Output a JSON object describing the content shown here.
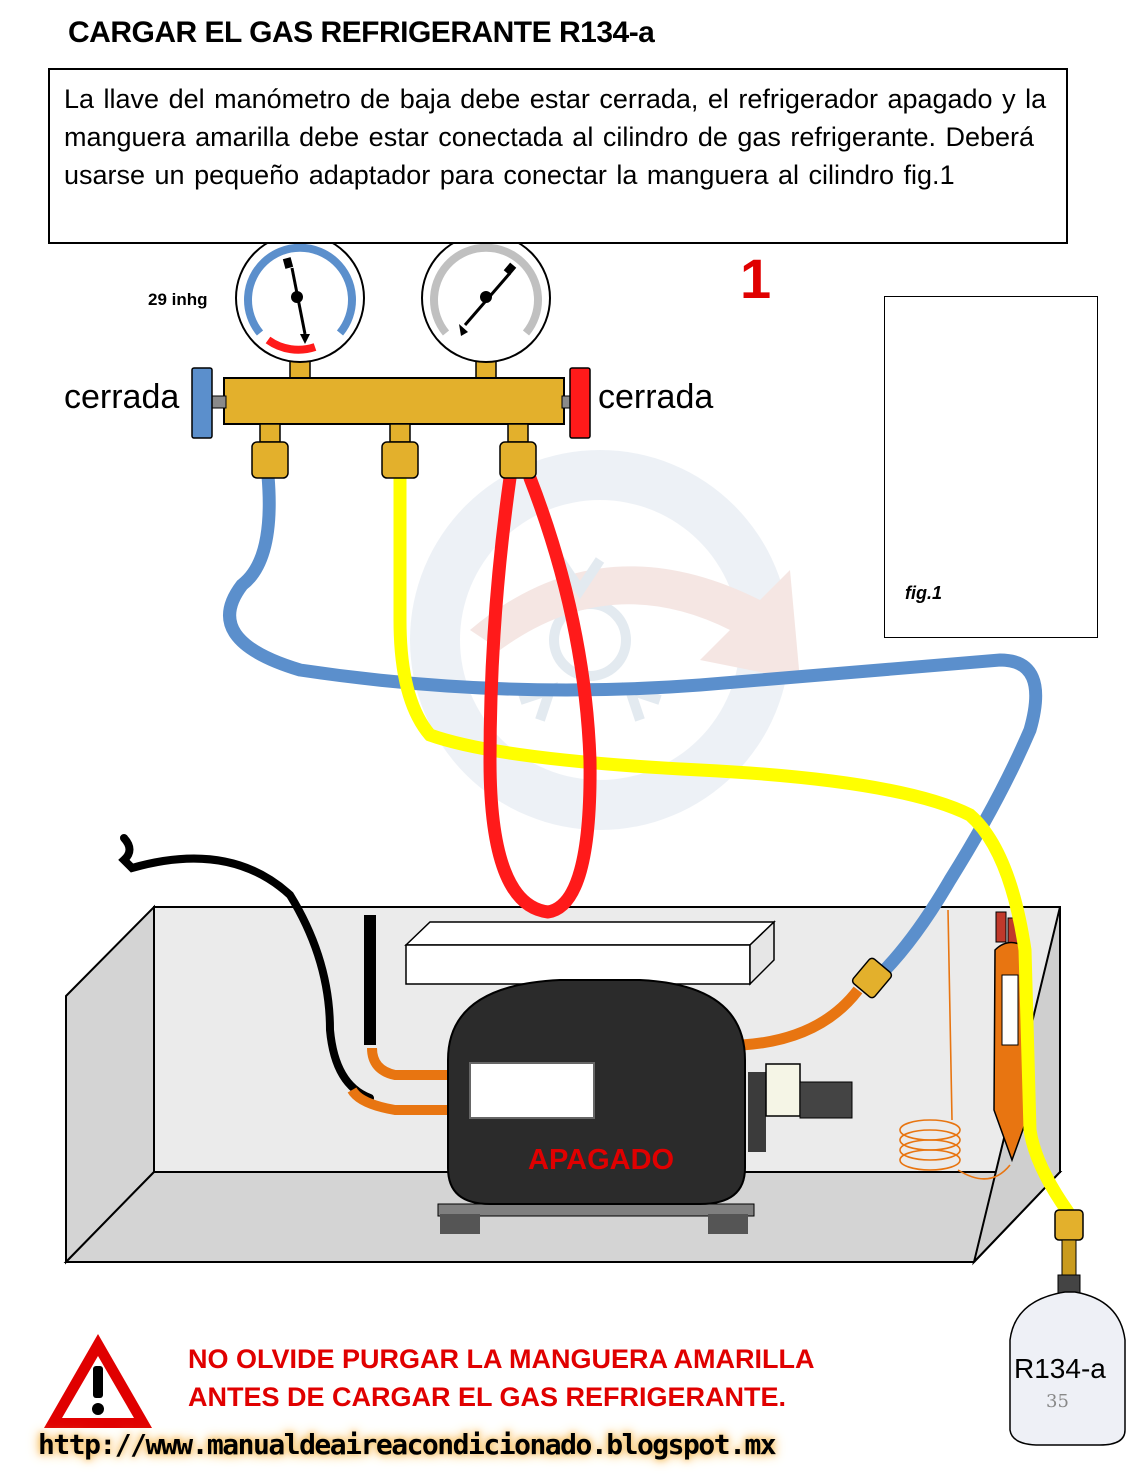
{
  "title": "CARGAR EL GAS REFRIGERANTE R134-a",
  "instruction": "La llave del manómetro de baja debe estar cerrada, el refrigerador apagado y la manguera amarilla debe estar conectada al cilindro de gas refrigerante.  Deberá usarse un pequeño adaptador para conectar la manguera al cilindro  fig.1",
  "step_number": "1",
  "gauges": {
    "low_side_reading": "29 inhg",
    "low_valve_state": "cerrada",
    "high_valve_state": "cerrada"
  },
  "figure": {
    "label": "fig.1"
  },
  "compressor": {
    "status": "APAGADO"
  },
  "cylinder": {
    "label": "R134-a",
    "number": "35"
  },
  "warning": {
    "line1": "NO OLVIDE PURGAR LA MANGUERA AMARILLA",
    "line2": "ANTES DE CARGAR EL GAS REFRIGERANTE."
  },
  "website": "http://www.manualdeaireacondicionado.blogspot.mx",
  "colors": {
    "low_side": "#5b8fcc",
    "high_side": "#ff1a1a",
    "charging_hose": "#ffff00",
    "manifold": "#e3b02c",
    "copper_line": "#e87511",
    "compressor_body": "#2b2b2b",
    "warning_red": "#e00000"
  },
  "icons": {
    "warning": "warning-triangle-icon",
    "watermark": "snowflake-logo-watermark"
  }
}
